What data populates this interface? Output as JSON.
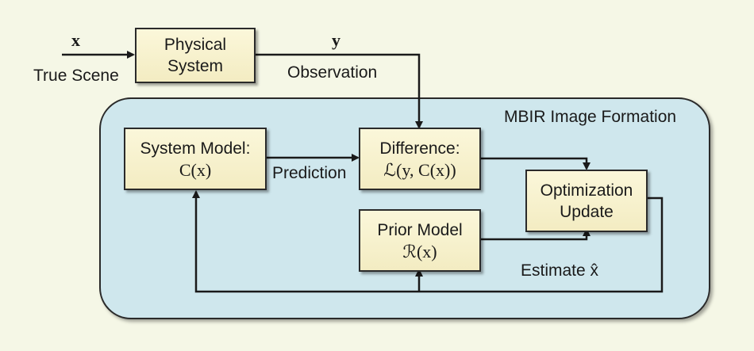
{
  "inputs": {
    "x_symbol": "x",
    "true_scene": "True Scene",
    "y_symbol": "y",
    "observation": "Observation"
  },
  "physical_system": {
    "line1": "Physical",
    "line2": "System"
  },
  "panel": {
    "title": "MBIR Image Formation"
  },
  "system_model": {
    "line1": "System Model:",
    "line2": "C(x)"
  },
  "prediction_label": "Prediction",
  "difference": {
    "line1": "Difference:",
    "line2": "ℒ(y, C(x))"
  },
  "optimization": {
    "line1": "Optimization",
    "line2": "Update"
  },
  "prior_model": {
    "line1": "Prior Model",
    "line2": "ℛ(x)"
  },
  "estimate_label": "Estimate x̂"
}
